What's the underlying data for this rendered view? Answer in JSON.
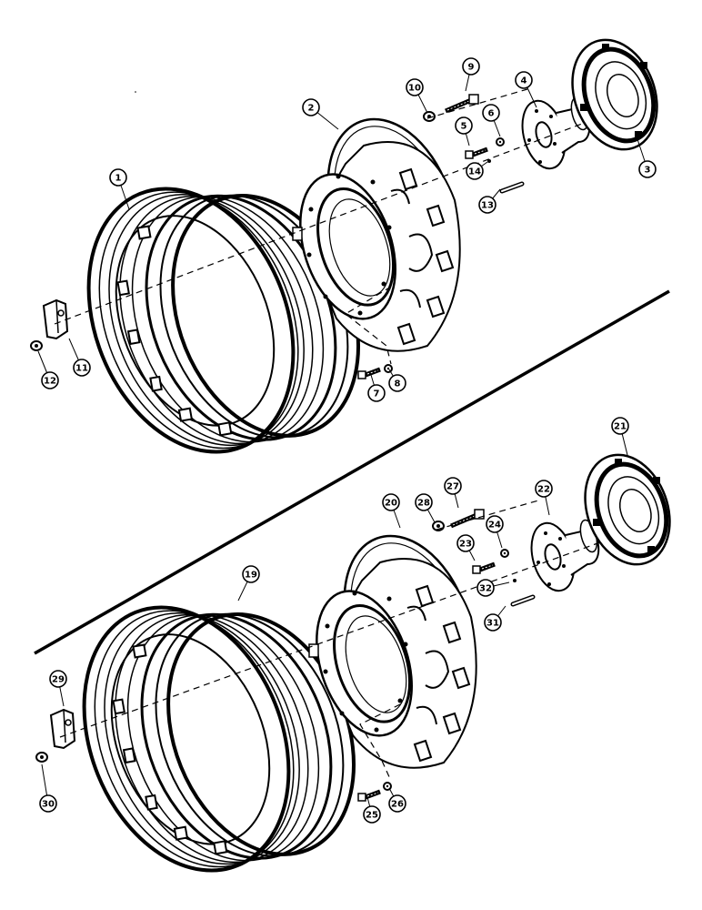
{
  "callouts": [
    {
      "id": "c1",
      "label": "1"
    },
    {
      "id": "c2",
      "label": "2"
    },
    {
      "id": "c3",
      "label": "3"
    },
    {
      "id": "c4",
      "label": "4"
    },
    {
      "id": "c5",
      "label": "5"
    },
    {
      "id": "c6",
      "label": "6"
    },
    {
      "id": "c7",
      "label": "7"
    },
    {
      "id": "c8",
      "label": "8"
    },
    {
      "id": "c9",
      "label": "9"
    },
    {
      "id": "c10",
      "label": "10"
    },
    {
      "id": "c11",
      "label": "11"
    },
    {
      "id": "c12",
      "label": "12"
    },
    {
      "id": "c13",
      "label": "13"
    },
    {
      "id": "c14",
      "label": "14"
    },
    {
      "id": "c19",
      "label": "19"
    },
    {
      "id": "c20",
      "label": "20"
    },
    {
      "id": "c21",
      "label": "21"
    },
    {
      "id": "c22",
      "label": "22"
    },
    {
      "id": "c23",
      "label": "23"
    },
    {
      "id": "c24",
      "label": "24"
    },
    {
      "id": "c25",
      "label": "25"
    },
    {
      "id": "c26",
      "label": "26"
    },
    {
      "id": "c27",
      "label": "27"
    },
    {
      "id": "c28",
      "label": "28"
    },
    {
      "id": "c29",
      "label": "29"
    },
    {
      "id": "c30",
      "label": "30"
    },
    {
      "id": "c31",
      "label": "31"
    },
    {
      "id": "c32",
      "label": "32"
    }
  ]
}
